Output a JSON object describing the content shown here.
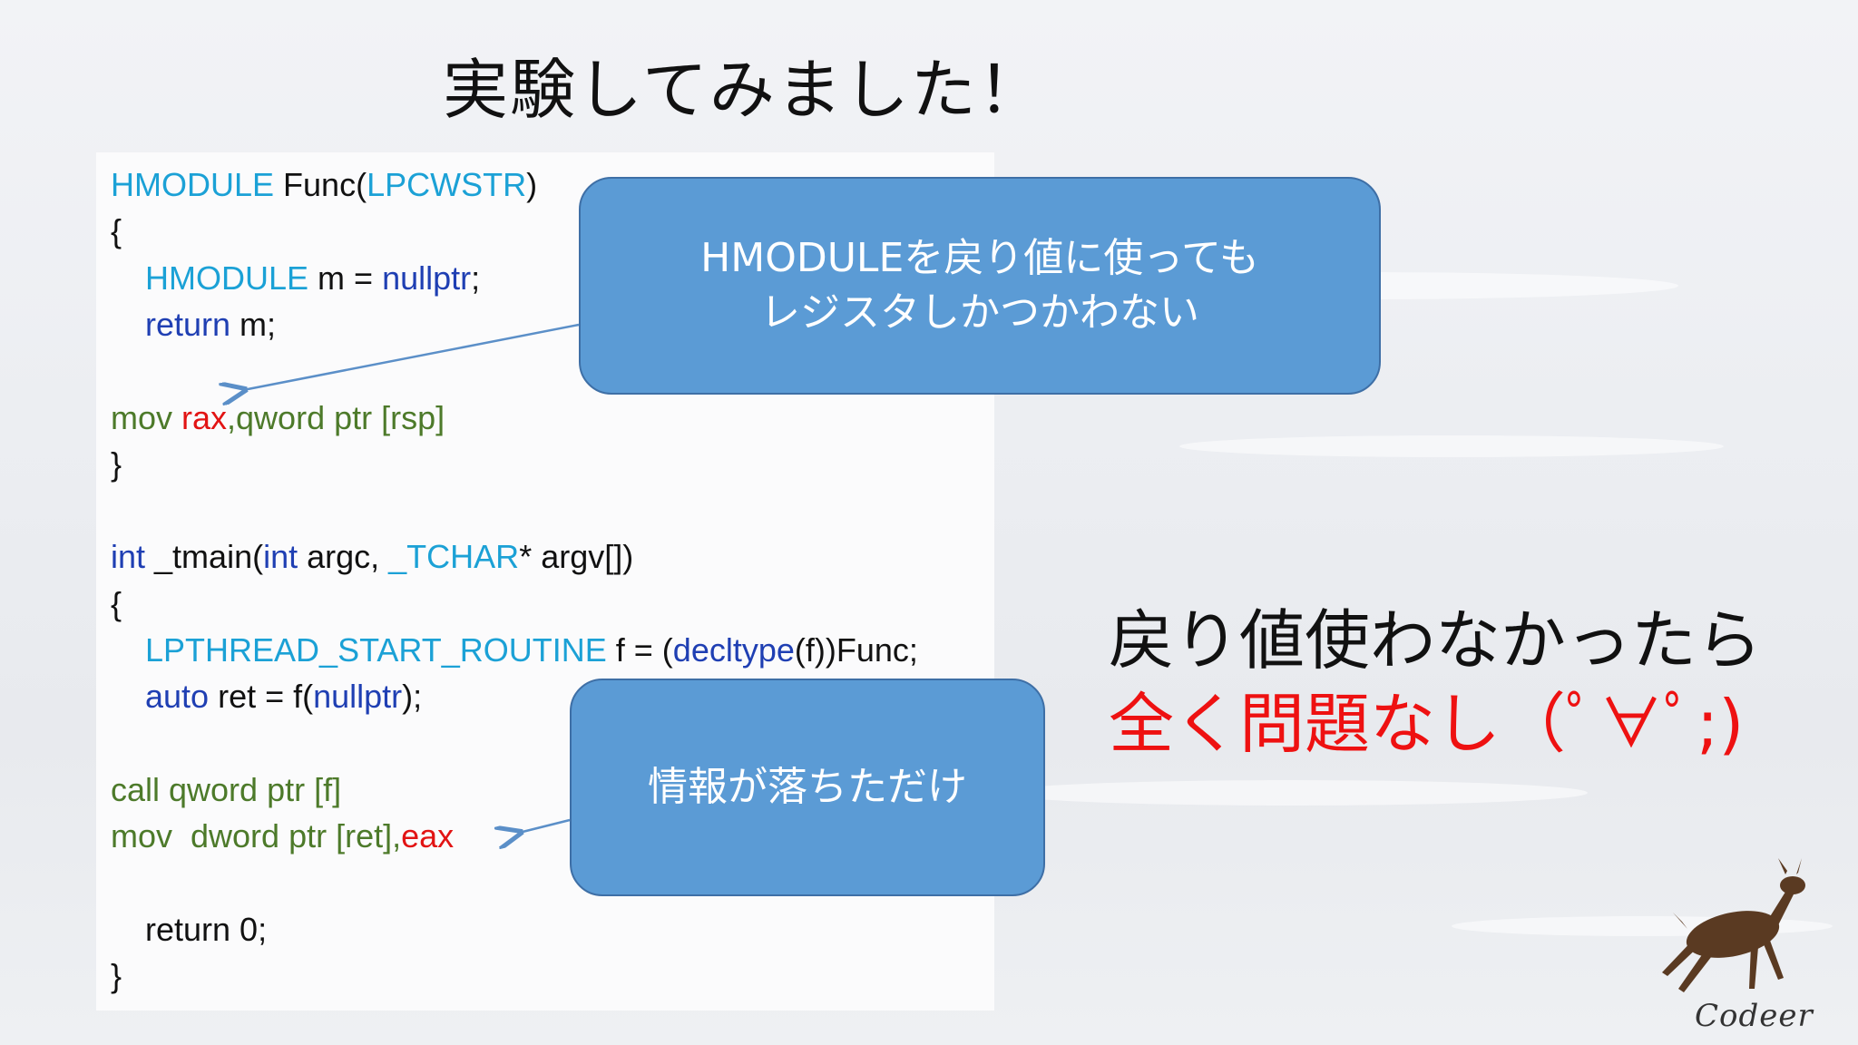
{
  "slide": {
    "title": "実験してみました！"
  },
  "code": {
    "lines": [
      {
        "indent": false,
        "tokens": [
          {
            "t": "HMODULE",
            "c": "kw-type"
          },
          {
            "t": " Func(",
            "c": ""
          },
          {
            "t": "LPCWSTR",
            "c": "kw-type"
          },
          {
            "t": ")",
            "c": ""
          }
        ]
      },
      {
        "indent": false,
        "tokens": [
          {
            "t": "{",
            "c": ""
          }
        ]
      },
      {
        "indent": true,
        "tokens": [
          {
            "t": "HMODULE",
            "c": "kw-type"
          },
          {
            "t": " m = ",
            "c": ""
          },
          {
            "t": "nullptr",
            "c": "kw-blue"
          },
          {
            "t": ";",
            "c": ""
          }
        ]
      },
      {
        "indent": true,
        "tokens": [
          {
            "t": "return",
            "c": "kw-blue"
          },
          {
            "t": " m;",
            "c": ""
          }
        ]
      },
      {
        "indent": false,
        "tokens": []
      },
      {
        "indent": false,
        "tokens": [
          {
            "t": "mov ",
            "c": "asm"
          },
          {
            "t": "rax",
            "c": "reg"
          },
          {
            "t": ",qword ptr [rsp]",
            "c": "asm"
          }
        ]
      },
      {
        "indent": false,
        "tokens": [
          {
            "t": "}",
            "c": ""
          }
        ]
      },
      {
        "indent": false,
        "tokens": []
      },
      {
        "indent": false,
        "tokens": [
          {
            "t": "int",
            "c": "kw-blue"
          },
          {
            "t": " _tmain(",
            "c": ""
          },
          {
            "t": "int",
            "c": "kw-blue"
          },
          {
            "t": " argc, ",
            "c": ""
          },
          {
            "t": "_TCHAR",
            "c": "kw-type"
          },
          {
            "t": "* argv[])",
            "c": ""
          }
        ]
      },
      {
        "indent": false,
        "tokens": [
          {
            "t": "{",
            "c": ""
          }
        ]
      },
      {
        "indent": true,
        "tokens": [
          {
            "t": "LPTHREAD_START_ROUTINE",
            "c": "kw-type"
          },
          {
            "t": " f = (",
            "c": ""
          },
          {
            "t": "decltype",
            "c": "kw-blue"
          },
          {
            "t": "(f))Func;",
            "c": ""
          }
        ]
      },
      {
        "indent": true,
        "tokens": [
          {
            "t": "auto",
            "c": "kw-blue"
          },
          {
            "t": " ret = f(",
            "c": ""
          },
          {
            "t": "nullptr",
            "c": "kw-blue"
          },
          {
            "t": ");",
            "c": ""
          }
        ]
      },
      {
        "indent": false,
        "tokens": []
      },
      {
        "indent": false,
        "tokens": [
          {
            "t": "call qword ptr [f]",
            "c": "asm"
          }
        ]
      },
      {
        "indent": false,
        "tokens": [
          {
            "t": "mov  dword ptr [ret],",
            "c": "asm"
          },
          {
            "t": "eax",
            "c": "reg"
          }
        ]
      },
      {
        "indent": false,
        "tokens": []
      },
      {
        "indent": true,
        "tokens": [
          {
            "t": "return 0;",
            "c": ""
          }
        ]
      },
      {
        "indent": false,
        "tokens": [
          {
            "t": "}",
            "c": ""
          }
        ]
      }
    ]
  },
  "callouts": {
    "first": {
      "line1": "HMODULEを戻り値に使っても",
      "line2": "レジスタしかつかわない"
    },
    "second": {
      "text": "情報が落ちただけ"
    }
  },
  "conclusion": {
    "line1": "戻り値使わなかったら",
    "line2": "全く問題なし（ﾟ∀ﾟ;)"
  },
  "logo": {
    "text": "Codeer"
  },
  "colors": {
    "callout_fill": "#5b9bd5",
    "type_keyword": "#1ba1d6",
    "keyword": "#1f3fb3",
    "assembly": "#4d7a2a",
    "register": "#e21414",
    "conclusion_red": "#ee1111"
  }
}
